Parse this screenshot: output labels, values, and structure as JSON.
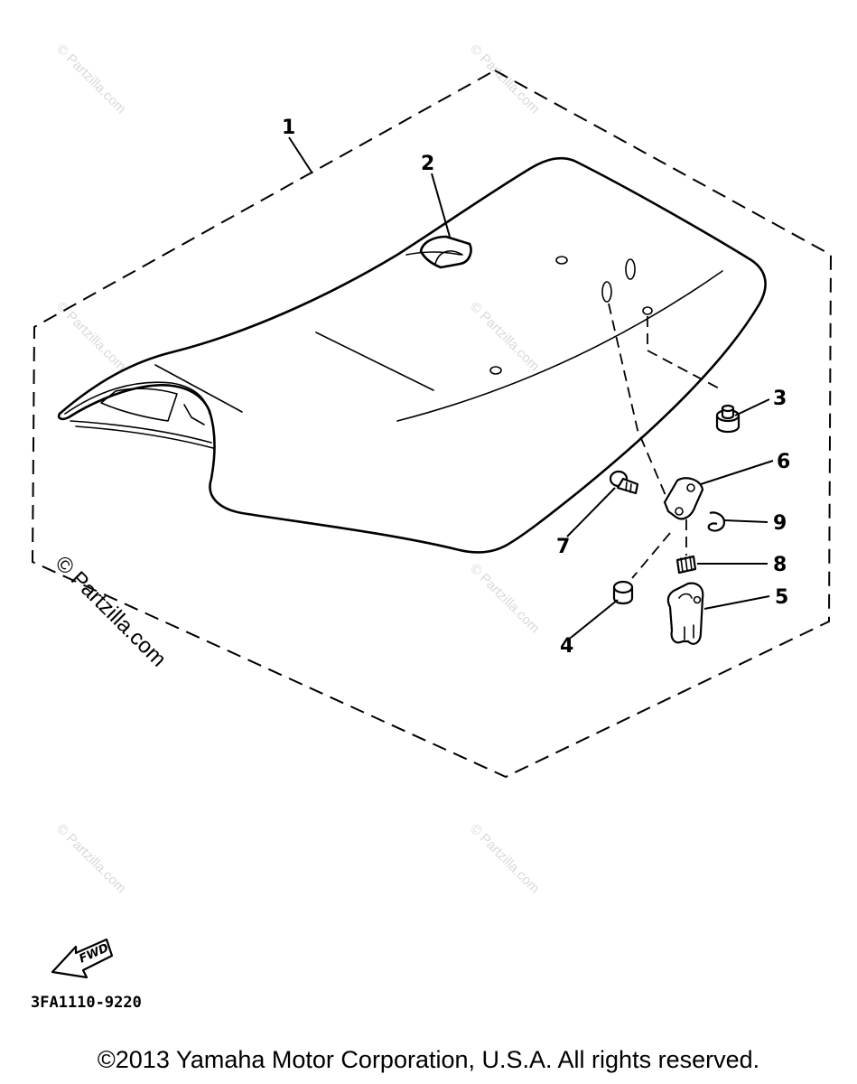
{
  "diagram": {
    "callouts": [
      "1",
      "2",
      "3",
      "4",
      "5",
      "6",
      "7",
      "8",
      "9"
    ],
    "watermark_text": "© Partzilla.com",
    "reference_code": "3FA1110-9220",
    "fwd_label": "FWD"
  },
  "footer": {
    "copyright": "©2013 Yamaha Motor Corporation, U.S.A. All rights reserved."
  }
}
